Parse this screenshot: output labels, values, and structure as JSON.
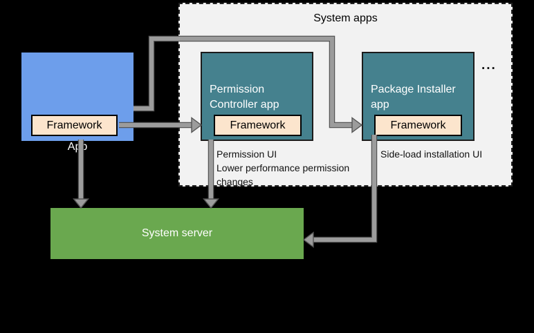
{
  "colors": {
    "background": "#000000",
    "app_blue": "#6d9eeb",
    "system_app_teal": "#45818e",
    "system_server_green": "#6aa84f",
    "framework_cream": "#fce5cd",
    "container_gray": "#f2f2f2",
    "arrow_gray": "#9c9c9c"
  },
  "system_apps": {
    "title": "System apps",
    "more_indicator": "..."
  },
  "app": {
    "label": "App",
    "framework_label": "Framework"
  },
  "permission_controller": {
    "label_lines": [
      "Permission",
      "Controller app"
    ],
    "framework_label": "Framework",
    "note_lines": [
      "Permission UI",
      "Lower performance permission",
      "changes"
    ]
  },
  "package_installer": {
    "label_lines": [
      "Package Installer",
      "app"
    ],
    "framework_label": "Framework",
    "note": "Side-load installation UI"
  },
  "system_server": {
    "label": "System server"
  }
}
